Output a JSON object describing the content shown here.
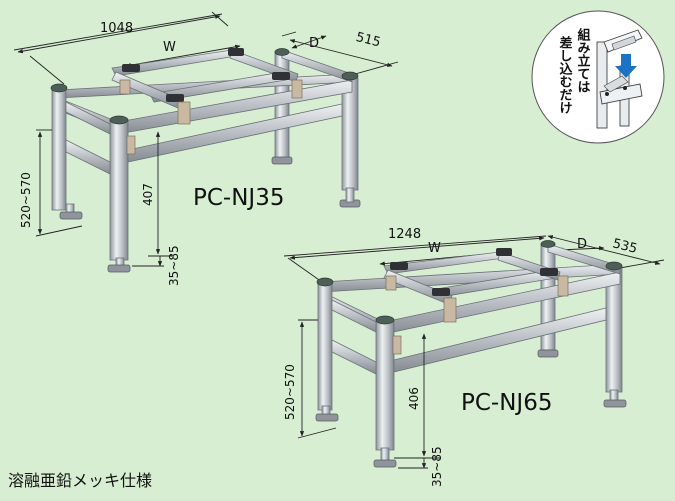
{
  "models": [
    {
      "name": "PC-NJ35",
      "width_total": "1048",
      "depth_total": "515",
      "width_label": "W",
      "depth_label": "D",
      "height_range": "520~570",
      "lower_bar_height": "407",
      "foot_adjust": "35~85"
    },
    {
      "name": "PC-NJ65",
      "width_total": "1248",
      "depth_total": "535",
      "width_label": "W",
      "depth_label": "D",
      "height_range": "520~570",
      "lower_bar_height": "406",
      "foot_adjust": "35~85"
    }
  ],
  "callout": {
    "text_col1": "組み立ては",
    "text_col2": "差し込むだけ"
  },
  "footer_note": "溶融亜鉛メッキ仕様",
  "colors": {
    "background": "#d8eed3",
    "steel": "#b7bcc2",
    "arrow": "#1c72c4"
  }
}
